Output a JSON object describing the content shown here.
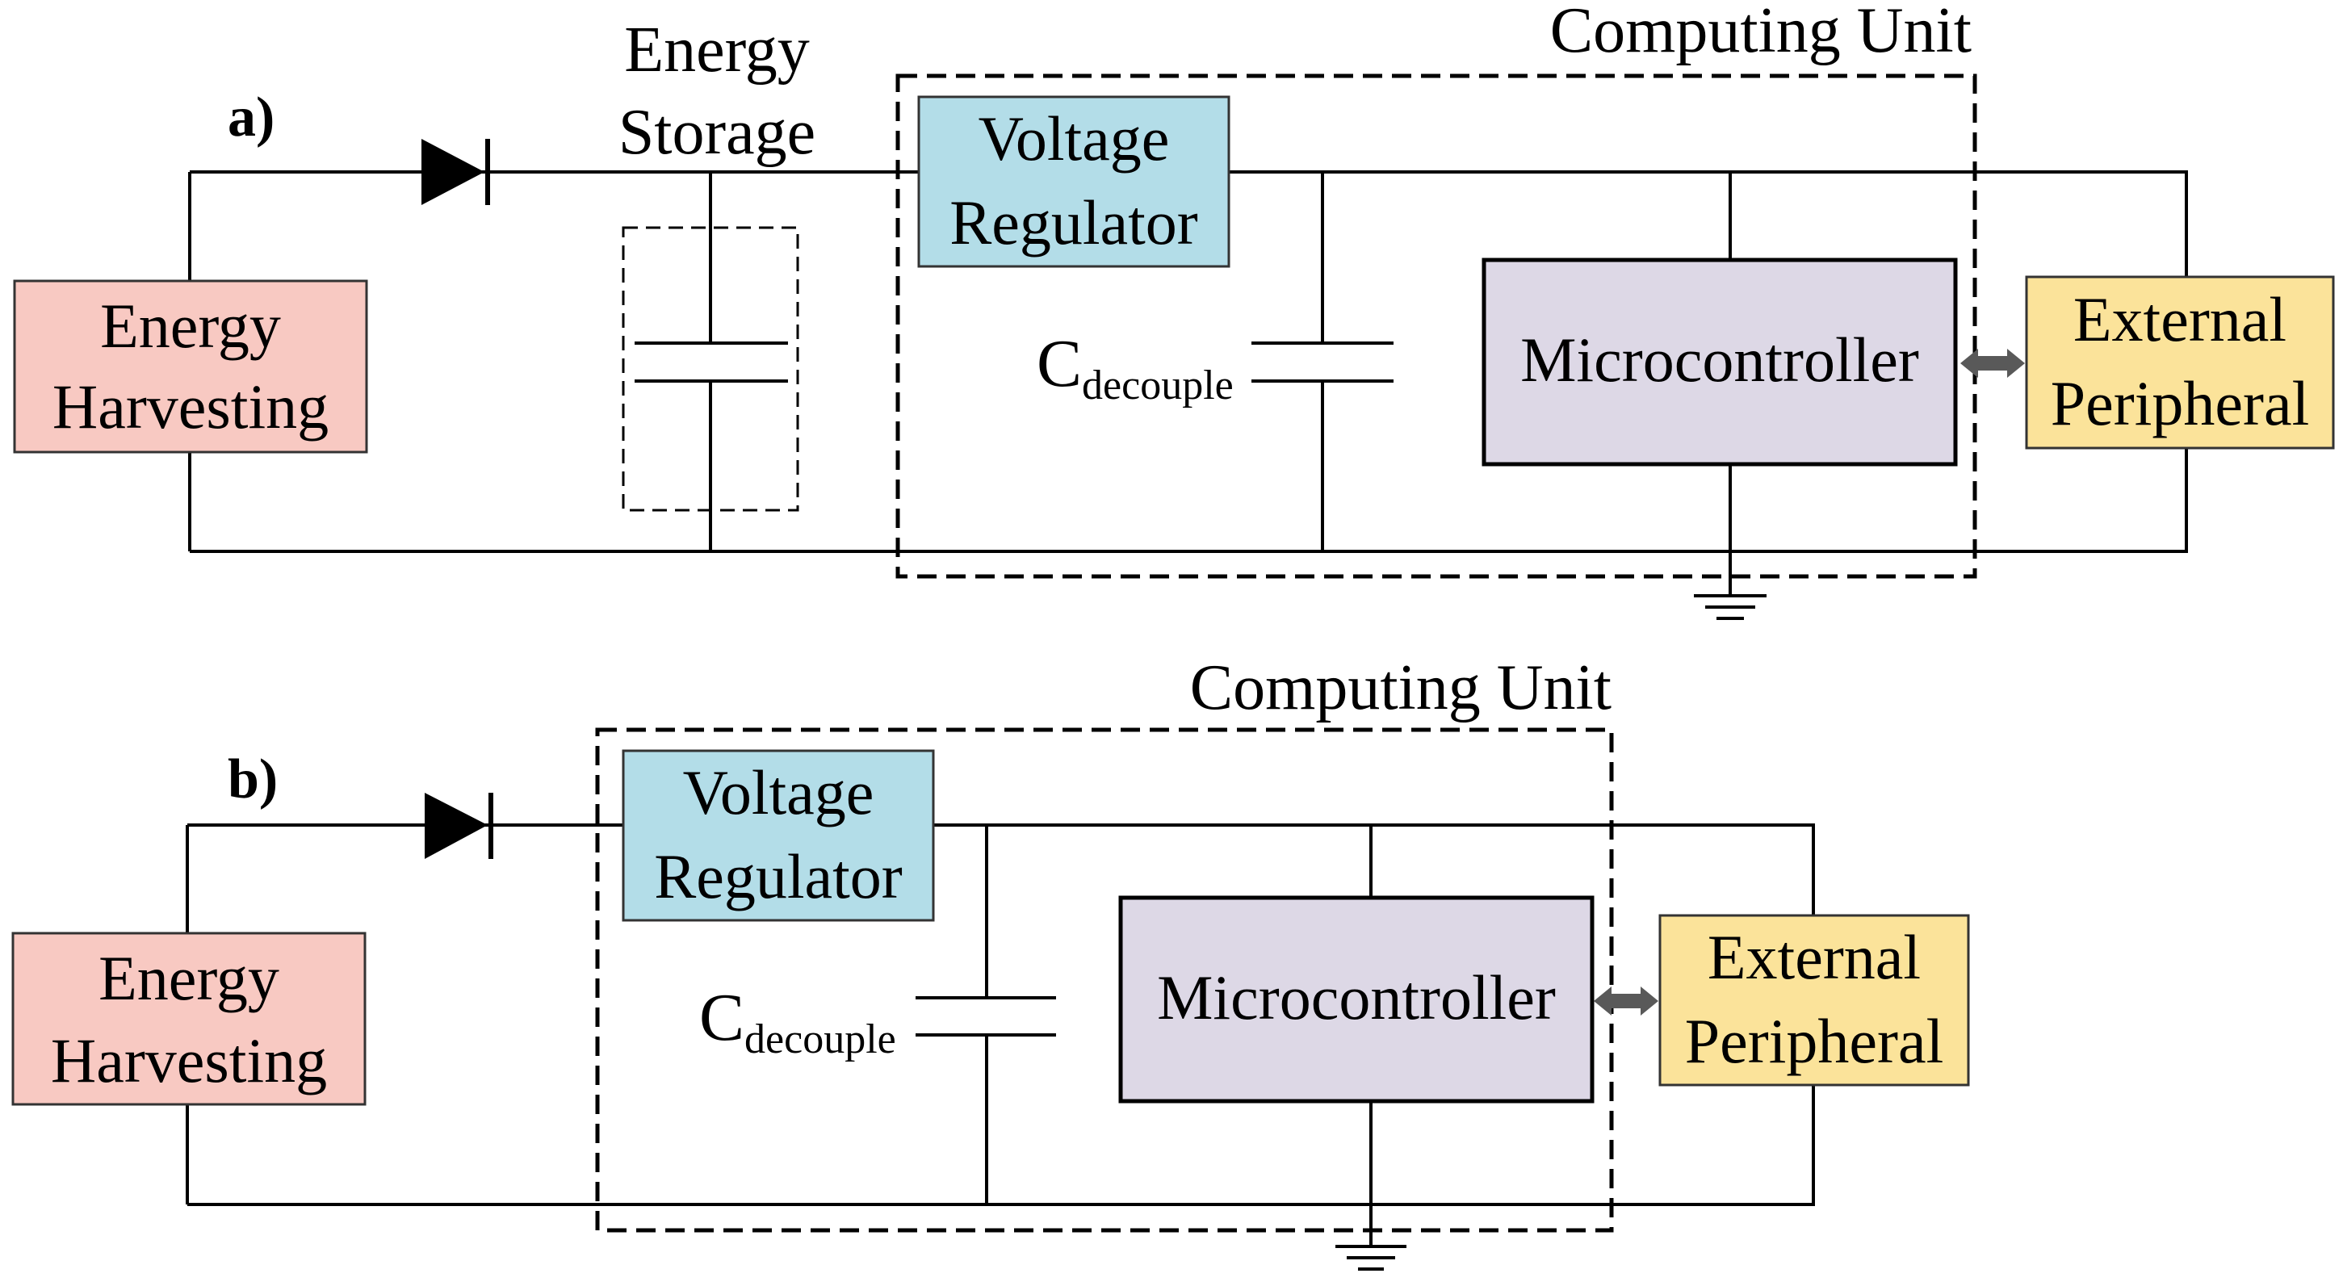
{
  "panel_a": {
    "label": "a)",
    "computing_unit_label": "Computing Unit",
    "energy_storage_label": [
      "Energy",
      "Storage"
    ],
    "voltage_regulator": [
      "Voltage",
      "Regulator"
    ],
    "microcontroller": "Microcontroller",
    "energy_harvesting": [
      "Energy",
      "Harvesting"
    ],
    "external_peripheral": [
      "External",
      "Peripheral"
    ],
    "capacitor_label": {
      "main": "C",
      "sub": "decouple"
    }
  },
  "panel_b": {
    "label": "b)",
    "computing_unit_label": "Computing Unit",
    "voltage_regulator": [
      "Voltage",
      "Regulator"
    ],
    "microcontroller": "Microcontroller",
    "energy_harvesting": [
      "Energy",
      "Harvesting"
    ],
    "external_peripheral": [
      "External",
      "Peripheral"
    ],
    "capacitor_label": {
      "main": "C",
      "sub": "decouple"
    }
  },
  "colors": {
    "energy_harvesting": "#F8C9C2",
    "voltage_regulator": "#B3DDE8",
    "microcontroller": "#DDD8E6",
    "external_peripheral": "#FBE39A",
    "arrow": "#595959"
  },
  "icons": [
    "diode-icon",
    "capacitor-icon",
    "ground-icon",
    "double-arrow-icon"
  ]
}
